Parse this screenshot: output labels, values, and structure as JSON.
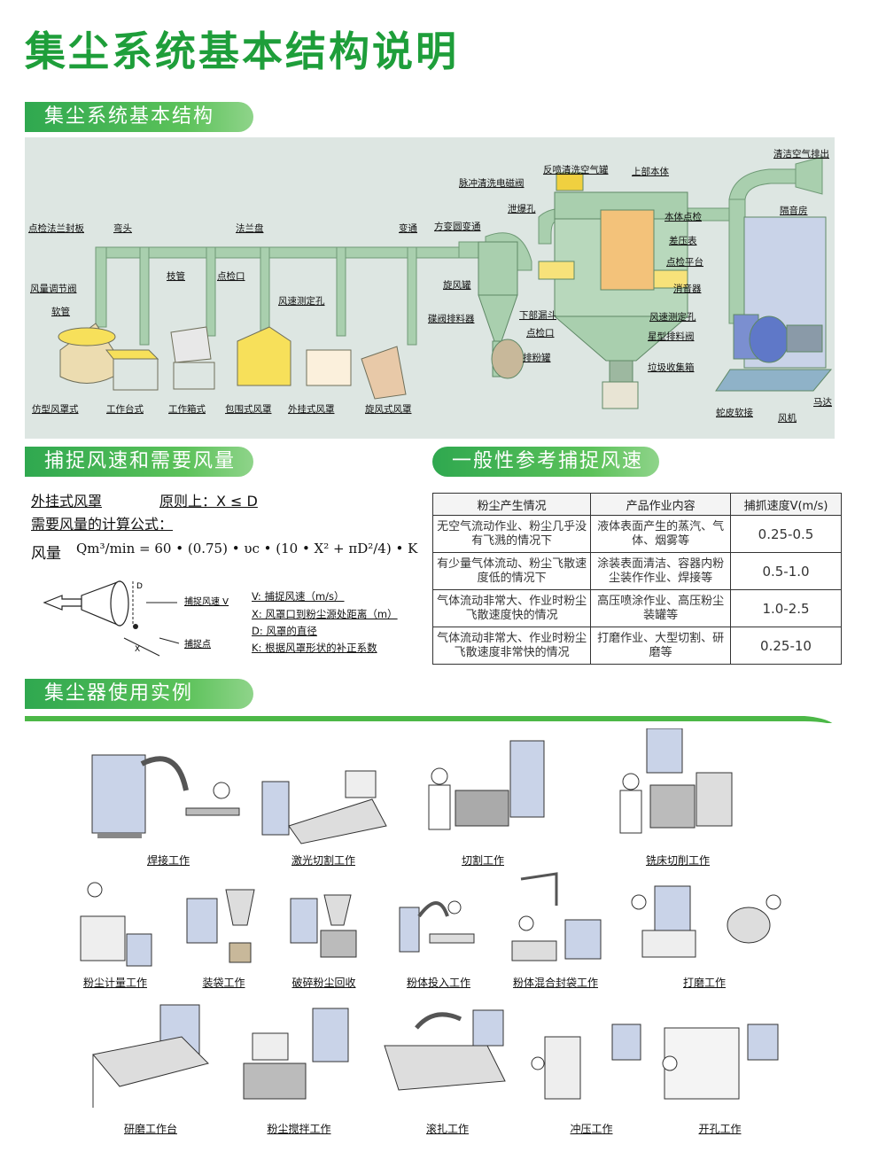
{
  "page_title": "集尘系统基本结构说明",
  "sections": {
    "structure": "集尘系统基本结构",
    "capture": "捕捉风速和需要风量",
    "reference": "一般性参考捕捉风速",
    "examples": "集尘器使用实例"
  },
  "diagram_labels": {
    "clean_air": "清洁空气排出",
    "reverse_blow": "反喷清洗空气罐",
    "upper_body": "上部本体",
    "pulse_valve": "脉冲清洗电磁阀",
    "vent_hole": "泄爆孔",
    "body_inspect": "本体点检",
    "sound_room": "隔音房",
    "inspect_flange": "点检法兰封板",
    "elbow": "弯头",
    "flange_plate": "法兰盘",
    "reducer": "变通",
    "square_round": "方变圆变通",
    "diff_gauge": "差压表",
    "inspect_platform": "点检平台",
    "air_valve": "风量调节阀",
    "branch_pipe": "枝管",
    "inspect_port": "点检口",
    "cyclone": "旋风罐",
    "silencer": "消音器",
    "soft_pipe": "软管",
    "speed_port": "风速测定孔",
    "butterfly": "碟阀排料器",
    "lower_hopper": "下部漏斗",
    "speed_port2": "风速测定孔",
    "inspect_port2": "点检口",
    "star_valve": "星型排料阀",
    "powder_tank": "排粉罐",
    "waste_box": "垃圾收集箱",
    "snake_joint": "蛇皮软接",
    "fan": "风机",
    "motor": "马达",
    "hood_imitation": "仿型风罩式",
    "hood_table": "工作台式",
    "hood_box": "工作箱式",
    "hood_enclose": "包围式风罩",
    "hood_external": "外挂式风罩",
    "hood_cyclone": "旋风式风罩"
  },
  "formula": {
    "line1_a": "外挂式风罩",
    "line1_b": "原则上：X ≤ D",
    "line2": "需要风量的计算公式：",
    "label": "风量",
    "expr": "Qm³/min = 60 • (0.75) • υc • (10 • X² + πD²/4) • K",
    "legend": [
      "V: 捕捉风速（m/s）",
      "X: 风罩口到粉尘源处距离（m）",
      "D: 风罩的直径",
      "K: 根据风罩形状的补正系数"
    ],
    "sketch_speed": "捕捉风速 V",
    "sketch_point": "捕捉点",
    "sketch_d": "D",
    "sketch_x": "X"
  },
  "table": {
    "headers": [
      "粉尘产生情况",
      "产品作业内容",
      "捕抓速度V(m/s)"
    ],
    "rows": [
      [
        "无空气流动作业、粉尘几乎没有飞溅的情况下",
        "液体表面产生的蒸汽、气体、烟雾等",
        "0.25-0.5"
      ],
      [
        "有少量气体流动、粉尘飞散速度低的情况下",
        "涂装表面清洁、容器内粉尘装作作业、焊接等",
        "0.5-1.0"
      ],
      [
        "气体流动非常大、作业时粉尘飞散速度快的情况",
        "高压喷涂作业、高压粉尘装罐等",
        "1.0-2.5"
      ],
      [
        "气体流动非常大、作业时粉尘飞散速度非常快的情况",
        "打磨作业、大型切割、研磨等",
        "0.25-10"
      ]
    ]
  },
  "examples": [
    "焊接工作",
    "激光切割工作",
    "切割工作",
    "铣床切削工作",
    "粉尘计量工作",
    "装袋工作",
    "破碎粉尘回收",
    "粉体投入工作",
    "粉体混合封袋工作",
    "打磨工作",
    "研磨工作台",
    "粉尘搅拌工作",
    "滚扎工作",
    "冲压工作",
    "开孔工作"
  ],
  "colors": {
    "green": "#1e9e3a",
    "pipe": "#9fc9a3",
    "diagram_bg": "#dde6e2"
  }
}
